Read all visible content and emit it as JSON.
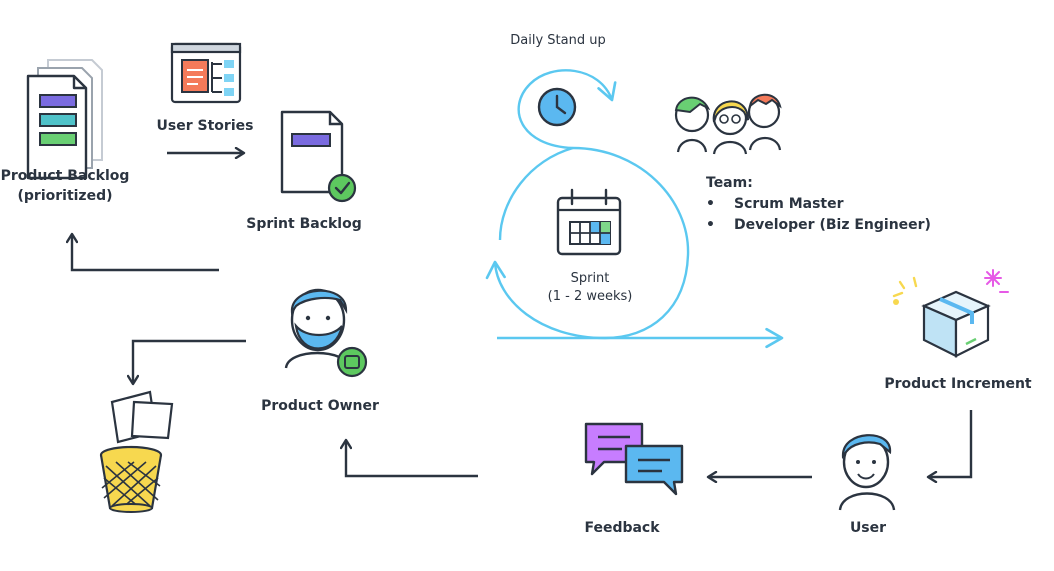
{
  "diagram": {
    "title": "",
    "nodes": {
      "product_backlog": [
        "Product Backlog",
        "(prioritized)"
      ],
      "user_stories": "User Stories",
      "sprint_backlog": "Sprint Backlog",
      "daily_standup": "Daily Stand up",
      "sprint": [
        "Sprint",
        "(1 - 2 weeks)"
      ],
      "team": {
        "title": "Team:",
        "members": [
          "Scrum Master",
          "Developer (Biz Engineer)"
        ]
      },
      "product_owner": "Product Owner",
      "product_increment": "Product Increment",
      "user": "User",
      "feedback": "Feedback"
    },
    "colors": {
      "ink": "#2b3440",
      "cycle": "#5bc8f0",
      "backlog_purple": "#7a6be0",
      "backlog_teal": "#4fc2c9",
      "backlog_green": "#69cf73",
      "check_green": "#5dc85f",
      "feedback_purple": "#c77dff",
      "feedback_blue": "#5bb8f0",
      "trash_yellow": "#f7d84f",
      "box_blue": "#bfe3f5"
    }
  }
}
